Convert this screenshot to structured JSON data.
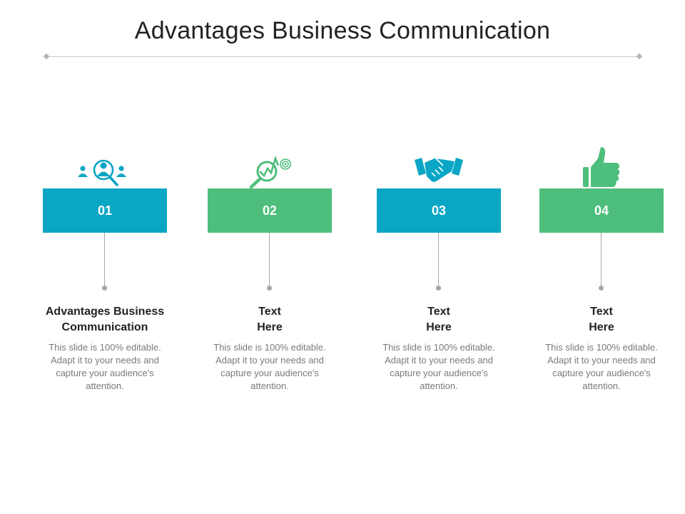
{
  "slide": {
    "title": "Advantages Business Communication",
    "colors": {
      "blue": "#0aa6c4",
      "green": "#4ebe7c",
      "rule": "#c8c8c8",
      "text": "#222222",
      "muted": "#7a7a7a"
    }
  },
  "steps": [
    {
      "number": "01",
      "heading_line1": "Advantages Business",
      "heading_line2": "Communication",
      "desc": "This slide is 100% editable. Adapt it to your needs and capture your audience's attention.",
      "icon": "people-search-icon",
      "color": "#0aa6c4"
    },
    {
      "number": "02",
      "heading_line1": "Text",
      "heading_line2": "Here",
      "desc": "This slide is 100% editable. Adapt it to your needs and capture your audience's attention.",
      "icon": "growth-magnifier-icon",
      "color": "#4ebe7c"
    },
    {
      "number": "03",
      "heading_line1": "Text",
      "heading_line2": "Here",
      "desc": "This slide is 100% editable. Adapt it to your needs and capture your audience's attention.",
      "icon": "handshake-icon",
      "color": "#0aa6c4"
    },
    {
      "number": "04",
      "heading_line1": "Text",
      "heading_line2": "Here",
      "desc": "This slide is 100% editable. Adapt it to your needs and capture your audience's attention.",
      "icon": "thumbs-up-icon",
      "color": "#4ebe7c"
    }
  ]
}
